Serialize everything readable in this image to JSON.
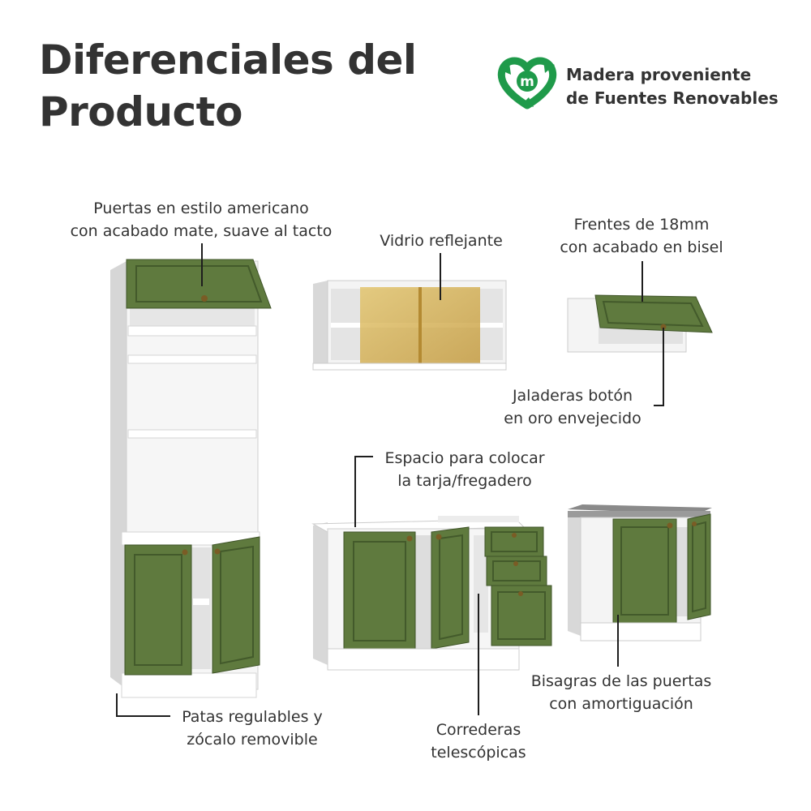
{
  "title": {
    "line1": "Diferenciales del",
    "line2": "Producto"
  },
  "badge": {
    "icon": "recycle-leaf-icon",
    "letter": "m",
    "line1": "Madera proveniente",
    "line2": "de Fuentes Renovables"
  },
  "callouts": {
    "puertas": {
      "line1": "Puertas en estilo americano",
      "line2": "con acabado mate, suave al tacto"
    },
    "vidrio": {
      "line1": "Vidrio reflejante"
    },
    "frentes": {
      "line1": "Frentes de 18mm",
      "line2": "con acabado en bisel"
    },
    "jaladeras": {
      "line1": "Jaladeras botón",
      "line2": "en oro envejecido"
    },
    "espacio": {
      "line1": "Espacio para colocar",
      "line2": "la tarja/fregadero"
    },
    "bisagras": {
      "line1": "Bisagras de las puertas",
      "line2": "con amortiguación"
    },
    "patas": {
      "line1": "Patas regulables y",
      "line2": "zócalo removible"
    },
    "correderas": {
      "line1": "Correderas",
      "line2": "telescópicas"
    }
  },
  "colors": {
    "text": "#333333",
    "green_front": "#5f7a3e",
    "green_dark": "#3f5428",
    "cabinet_white": "#f3f3f3",
    "glass": "#d9b75e",
    "eco_green": "#1f9a4a",
    "countertop": "#8a8a8a"
  }
}
